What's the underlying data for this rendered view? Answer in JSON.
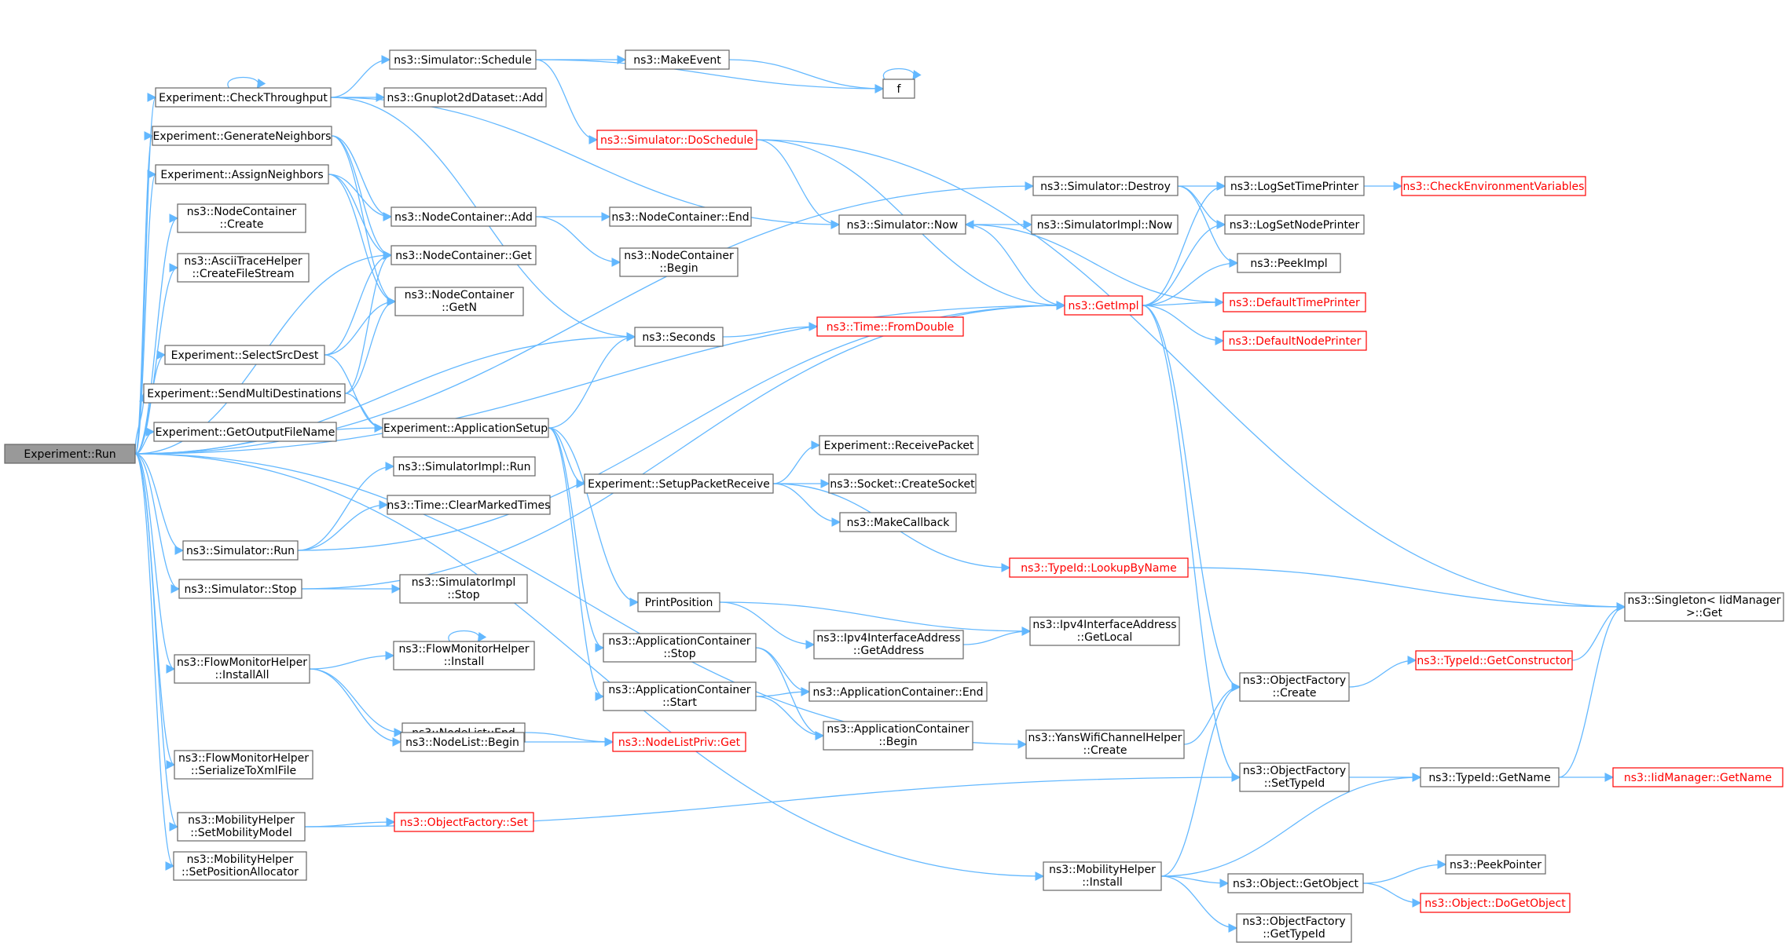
{
  "nodes": [
    {
      "id": "run",
      "label": [
        "Experiment::Run"
      ],
      "root": true
    },
    {
      "id": "checkThroughput",
      "label": [
        "Experiment::CheckThroughput"
      ]
    },
    {
      "id": "generateNeighbors",
      "label": [
        "Experiment::GenerateNeighbors"
      ]
    },
    {
      "id": "assignNeighbors",
      "label": [
        "Experiment::AssignNeighbors"
      ]
    },
    {
      "id": "nodeContainerCreate",
      "label": [
        "ns3::NodeContainer",
        "::Create"
      ]
    },
    {
      "id": "asciiCreateFileStream",
      "label": [
        "ns3::AsciiTraceHelper",
        "::CreateFileStream"
      ]
    },
    {
      "id": "selectSrcDest",
      "label": [
        "Experiment::SelectSrcDest"
      ]
    },
    {
      "id": "sendMultiDestinations",
      "label": [
        "Experiment::SendMultiDestinations"
      ]
    },
    {
      "id": "getOutputFileName",
      "label": [
        "Experiment::GetOutputFileName"
      ]
    },
    {
      "id": "simulatorRun",
      "label": [
        "ns3::Simulator::Run"
      ]
    },
    {
      "id": "simulatorStop",
      "label": [
        "ns3::Simulator::Stop"
      ]
    },
    {
      "id": "flowInstallAll",
      "label": [
        "ns3::FlowMonitorHelper",
        "::InstallAll"
      ]
    },
    {
      "id": "flowSerialize",
      "label": [
        "ns3::FlowMonitorHelper",
        "::SerializeToXmlFile"
      ]
    },
    {
      "id": "mobSetMobilityModel",
      "label": [
        "ns3::MobilityHelper",
        "::SetMobilityModel"
      ]
    },
    {
      "id": "mobSetPositionAllocator",
      "label": [
        "ns3::MobilityHelper",
        "::SetPositionAllocator"
      ]
    },
    {
      "id": "simulatorSchedule",
      "label": [
        "ns3::Simulator::Schedule"
      ]
    },
    {
      "id": "gnuplotAdd",
      "label": [
        "ns3::Gnuplot2dDataset::Add"
      ]
    },
    {
      "id": "nodeContainerAdd",
      "label": [
        "ns3::NodeContainer::Add"
      ]
    },
    {
      "id": "nodeContainerGet",
      "label": [
        "ns3::NodeContainer::Get"
      ]
    },
    {
      "id": "nodeContainerGetN",
      "label": [
        "ns3::NodeContainer",
        "::GetN"
      ]
    },
    {
      "id": "applicationSetup",
      "label": [
        "Experiment::ApplicationSetup"
      ]
    },
    {
      "id": "simImplRun",
      "label": [
        "ns3::SimulatorImpl::Run"
      ]
    },
    {
      "id": "timeClearMarked",
      "label": [
        "ns3::Time::ClearMarkedTimes"
      ]
    },
    {
      "id": "simImplStop",
      "label": [
        "ns3::SimulatorImpl",
        "::Stop"
      ]
    },
    {
      "id": "flowInstall",
      "label": [
        "ns3::FlowMonitorHelper",
        "::Install"
      ]
    },
    {
      "id": "nodeListEnd",
      "label": [
        "ns3::NodeList::End"
      ]
    },
    {
      "id": "nodeListBegin",
      "label": [
        "ns3::NodeList::Begin"
      ]
    },
    {
      "id": "objectFactorySet",
      "label": [
        "ns3::ObjectFactory::Set"
      ],
      "red": true
    },
    {
      "id": "makeEvent",
      "label": [
        "ns3::MakeEvent"
      ]
    },
    {
      "id": "simDoSchedule",
      "label": [
        "ns3::Simulator::DoSchedule"
      ],
      "red": true
    },
    {
      "id": "nodeContainerEnd",
      "label": [
        "ns3::NodeContainer::End"
      ]
    },
    {
      "id": "nodeContainerBegin",
      "label": [
        "ns3::NodeContainer",
        "::Begin"
      ]
    },
    {
      "id": "seconds",
      "label": [
        "ns3::Seconds"
      ]
    },
    {
      "id": "setupPacketReceive",
      "label": [
        "Experiment::SetupPacketReceive"
      ]
    },
    {
      "id": "printPosition",
      "label": [
        "PrintPosition"
      ]
    },
    {
      "id": "appContainerStop",
      "label": [
        "ns3::ApplicationContainer",
        "::Stop"
      ]
    },
    {
      "id": "appContainerStart",
      "label": [
        "ns3::ApplicationContainer",
        "::Start"
      ]
    },
    {
      "id": "nodeListPrivGet",
      "label": [
        "ns3::NodeListPriv::Get"
      ],
      "red": true
    },
    {
      "id": "f",
      "label": [
        "f"
      ]
    },
    {
      "id": "timeFromDouble",
      "label": [
        "ns3::Time::FromDouble"
      ],
      "red": true
    },
    {
      "id": "receivePacket",
      "label": [
        "Experiment::ReceivePacket"
      ]
    },
    {
      "id": "socketCreateSocket",
      "label": [
        "ns3::Socket::CreateSocket"
      ]
    },
    {
      "id": "makeCallback",
      "label": [
        "ns3::MakeCallback"
      ]
    },
    {
      "id": "ipv4GetAddress",
      "label": [
        "ns3::Ipv4InterfaceAddress",
        "::GetAddress"
      ]
    },
    {
      "id": "appContainerEnd",
      "label": [
        "ns3::ApplicationContainer::End"
      ]
    },
    {
      "id": "appContainerBegin",
      "label": [
        "ns3::ApplicationContainer",
        "::Begin"
      ]
    },
    {
      "id": "simulatorDestroy",
      "label": [
        "ns3::Simulator::Destroy"
      ]
    },
    {
      "id": "simulatorNow",
      "label": [
        "ns3::Simulator::Now"
      ]
    },
    {
      "id": "simImplNow",
      "label": [
        "ns3::SimulatorImpl::Now"
      ]
    },
    {
      "id": "typeIdLookup",
      "label": [
        "ns3::TypeId::LookupByName"
      ],
      "red": true
    },
    {
      "id": "ipv4GetLocal",
      "label": [
        "ns3::Ipv4InterfaceAddress",
        "::GetLocal"
      ]
    },
    {
      "id": "yansCreate",
      "label": [
        "ns3::YansWifiChannelHelper",
        "::Create"
      ]
    },
    {
      "id": "mobInstall",
      "label": [
        "ns3::MobilityHelper",
        "::Install"
      ]
    },
    {
      "id": "getImpl",
      "label": [
        "ns3::GetImpl"
      ],
      "red": true
    },
    {
      "id": "logSetTimePrinter",
      "label": [
        "ns3::LogSetTimePrinter"
      ]
    },
    {
      "id": "logSetNodePrinter",
      "label": [
        "ns3::LogSetNodePrinter"
      ]
    },
    {
      "id": "peekImpl",
      "label": [
        "ns3::PeekImpl"
      ]
    },
    {
      "id": "defaultTimePrinter",
      "label": [
        "ns3::DefaultTimePrinter"
      ],
      "red": true
    },
    {
      "id": "defaultNodePrinter",
      "label": [
        "ns3::DefaultNodePrinter"
      ],
      "red": true
    },
    {
      "id": "objectFactoryCreate",
      "label": [
        "ns3::ObjectFactory",
        "::Create"
      ]
    },
    {
      "id": "objectFactorySetTypeId",
      "label": [
        "ns3::ObjectFactory",
        "::SetTypeId"
      ]
    },
    {
      "id": "objectGetObject",
      "label": [
        "ns3::Object::GetObject"
      ]
    },
    {
      "id": "objectFactoryGetTypeId",
      "label": [
        "ns3::ObjectFactory",
        "::GetTypeId"
      ]
    },
    {
      "id": "checkEnvVars",
      "label": [
        "ns3::CheckEnvironmentVariables"
      ],
      "red": true
    },
    {
      "id": "typeIdGetConstructor",
      "label": [
        "ns3::TypeId::GetConstructor"
      ],
      "red": true
    },
    {
      "id": "typeIdGetName",
      "label": [
        "ns3::TypeId::GetName"
      ]
    },
    {
      "id": "peekPointer",
      "label": [
        "ns3::PeekPointer"
      ]
    },
    {
      "id": "objectDoGetObject",
      "label": [
        "ns3::Object::DoGetObject"
      ],
      "red": true
    },
    {
      "id": "singletonGet",
      "label": [
        "ns3::Singleton< IidManager",
        ">::Get"
      ]
    },
    {
      "id": "iidManagerGetName",
      "label": [
        "ns3::IidManager::GetName"
      ],
      "red": true
    }
  ],
  "edges": [
    [
      "run",
      "checkThroughput"
    ],
    [
      "run",
      "generateNeighbors"
    ],
    [
      "run",
      "assignNeighbors"
    ],
    [
      "run",
      "nodeContainerCreate"
    ],
    [
      "run",
      "asciiCreateFileStream"
    ],
    [
      "run",
      "selectSrcDest"
    ],
    [
      "run",
      "sendMultiDestinations"
    ],
    [
      "run",
      "getOutputFileName"
    ],
    [
      "run",
      "simulatorRun"
    ],
    [
      "run",
      "simulatorStop"
    ],
    [
      "run",
      "flowInstallAll"
    ],
    [
      "run",
      "flowSerialize"
    ],
    [
      "run",
      "mobSetMobilityModel"
    ],
    [
      "run",
      "mobSetPositionAllocator"
    ],
    [
      "run",
      "mobInstall"
    ],
    [
      "run",
      "nodeContainerGet"
    ],
    [
      "run",
      "applicationSetup"
    ],
    [
      "run",
      "seconds"
    ],
    [
      "run",
      "getImpl"
    ],
    [
      "run",
      "yansCreate"
    ],
    [
      "run",
      "simulatorDestroy"
    ],
    [
      "checkThroughput",
      "checkThroughput"
    ],
    [
      "checkThroughput",
      "simulatorSchedule"
    ],
    [
      "checkThroughput",
      "gnuplotAdd"
    ],
    [
      "checkThroughput",
      "simulatorNow"
    ],
    [
      "checkThroughput",
      "seconds"
    ],
    [
      "generateNeighbors",
      "nodeContainerAdd"
    ],
    [
      "generateNeighbors",
      "nodeContainerGet"
    ],
    [
      "generateNeighbors",
      "nodeContainerGetN"
    ],
    [
      "assignNeighbors",
      "nodeContainerAdd"
    ],
    [
      "assignNeighbors",
      "nodeContainerGet"
    ],
    [
      "assignNeighbors",
      "nodeContainerGetN"
    ],
    [
      "selectSrcDest",
      "nodeContainerGet"
    ],
    [
      "selectSrcDest",
      "nodeContainerGetN"
    ],
    [
      "selectSrcDest",
      "applicationSetup"
    ],
    [
      "sendMultiDestinations",
      "nodeContainerGet"
    ],
    [
      "sendMultiDestinations",
      "nodeContainerGetN"
    ],
    [
      "sendMultiDestinations",
      "applicationSetup"
    ],
    [
      "simulatorRun",
      "getImpl"
    ],
    [
      "simulatorRun",
      "simImplRun"
    ],
    [
      "simulatorRun",
      "timeClearMarked"
    ],
    [
      "simulatorStop",
      "getImpl"
    ],
    [
      "simulatorStop",
      "simImplStop"
    ],
    [
      "flowInstallAll",
      "flowInstall"
    ],
    [
      "flowInstallAll",
      "nodeListEnd"
    ],
    [
      "flowInstallAll",
      "nodeListBegin"
    ],
    [
      "flowInstall",
      "flowInstall"
    ],
    [
      "mobSetMobilityModel",
      "objectFactorySet"
    ],
    [
      "mobSetMobilityModel",
      "objectFactorySetTypeId"
    ],
    [
      "simulatorSchedule",
      "makeEvent"
    ],
    [
      "simulatorSchedule",
      "simDoSchedule"
    ],
    [
      "simulatorSchedule",
      "f"
    ],
    [
      "nodeContainerAdd",
      "nodeContainerEnd"
    ],
    [
      "nodeContainerAdd",
      "nodeContainerBegin"
    ],
    [
      "applicationSetup",
      "seconds"
    ],
    [
      "applicationSetup",
      "setupPacketReceive"
    ],
    [
      "applicationSetup",
      "printPosition"
    ],
    [
      "applicationSetup",
      "appContainerStop"
    ],
    [
      "applicationSetup",
      "appContainerStart"
    ],
    [
      "nodeListEnd",
      "nodeListPrivGet"
    ],
    [
      "nodeListBegin",
      "nodeListPrivGet"
    ],
    [
      "makeEvent",
      "f"
    ],
    [
      "f",
      "f"
    ],
    [
      "simDoSchedule",
      "simulatorNow"
    ],
    [
      "simDoSchedule",
      "getImpl"
    ],
    [
      "simDoSchedule",
      "singletonGet"
    ],
    [
      "seconds",
      "timeFromDouble"
    ],
    [
      "setupPacketReceive",
      "receivePacket"
    ],
    [
      "setupPacketReceive",
      "socketCreateSocket"
    ],
    [
      "setupPacketReceive",
      "makeCallback"
    ],
    [
      "setupPacketReceive",
      "typeIdLookup"
    ],
    [
      "printPosition",
      "ipv4GetAddress"
    ],
    [
      "printPosition",
      "ipv4GetLocal"
    ],
    [
      "appContainerStop",
      "appContainerEnd"
    ],
    [
      "appContainerStop",
      "appContainerBegin"
    ],
    [
      "appContainerStart",
      "appContainerEnd"
    ],
    [
      "appContainerStart",
      "appContainerBegin"
    ],
    [
      "ipv4GetAddress",
      "ipv4GetLocal"
    ],
    [
      "simulatorDestroy",
      "logSetTimePrinter"
    ],
    [
      "simulatorDestroy",
      "logSetNodePrinter"
    ],
    [
      "simulatorDestroy",
      "peekImpl"
    ],
    [
      "simulatorNow",
      "simImplNow"
    ],
    [
      "simulatorNow",
      "getImpl"
    ],
    [
      "typeIdLookup",
      "singletonGet"
    ],
    [
      "yansCreate",
      "objectFactoryCreate"
    ],
    [
      "mobInstall",
      "objectFactoryCreate"
    ],
    [
      "mobInstall",
      "typeIdGetName"
    ],
    [
      "mobInstall",
      "objectGetObject"
    ],
    [
      "mobInstall",
      "objectFactoryGetTypeId"
    ],
    [
      "getImpl",
      "logSetTimePrinter"
    ],
    [
      "getImpl",
      "logSetNodePrinter"
    ],
    [
      "getImpl",
      "peekImpl"
    ],
    [
      "getImpl",
      "defaultTimePrinter"
    ],
    [
      "getImpl",
      "defaultNodePrinter"
    ],
    [
      "getImpl",
      "objectFactoryCreate"
    ],
    [
      "getImpl",
      "objectFactorySetTypeId"
    ],
    [
      "defaultTimePrinter",
      "simulatorNow"
    ],
    [
      "logSetTimePrinter",
      "checkEnvVars"
    ],
    [
      "objectFactoryCreate",
      "typeIdGetConstructor"
    ],
    [
      "objectFactorySetTypeId",
      "typeIdGetName"
    ],
    [
      "objectGetObject",
      "peekPointer"
    ],
    [
      "objectGetObject",
      "objectDoGetObject"
    ],
    [
      "typeIdGetConstructor",
      "singletonGet"
    ],
    [
      "typeIdGetName",
      "singletonGet"
    ],
    [
      "typeIdGetName",
      "iidManagerGetName"
    ]
  ],
  "colors": {
    "edge": "#63b8ff",
    "node_border": "#666666",
    "highlight_border": "#ff0000",
    "root_fill": "#999999"
  }
}
